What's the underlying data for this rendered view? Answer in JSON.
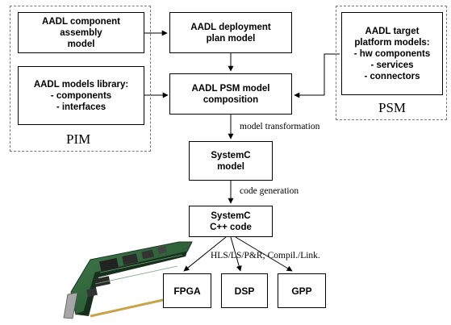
{
  "regions": {
    "pim": "PIM",
    "psm": "PSM"
  },
  "boxes": {
    "component_assembly": [
      "AADL component",
      "assembly",
      "model"
    ],
    "models_library": [
      "AADL models library:",
      "- components",
      "- interfaces"
    ],
    "deployment_plan": [
      "AADL deployment",
      "plan model"
    ],
    "psm_composition": [
      "AADL PSM model",
      "composition"
    ],
    "target_platform": [
      "AADL target",
      "platform models:",
      "- hw components",
      "- services",
      "- connectors"
    ],
    "systemc_model": [
      "SystemC",
      "model"
    ],
    "systemc_code": [
      "SystemC",
      "C++ code"
    ],
    "fpga": "FPGA",
    "dsp": "DSP",
    "gpp": "GPP"
  },
  "edges": {
    "model_transformation": "model transformation",
    "code_generation": "code generation",
    "hls": "HLS/LS/P&R; Compil./Link."
  }
}
